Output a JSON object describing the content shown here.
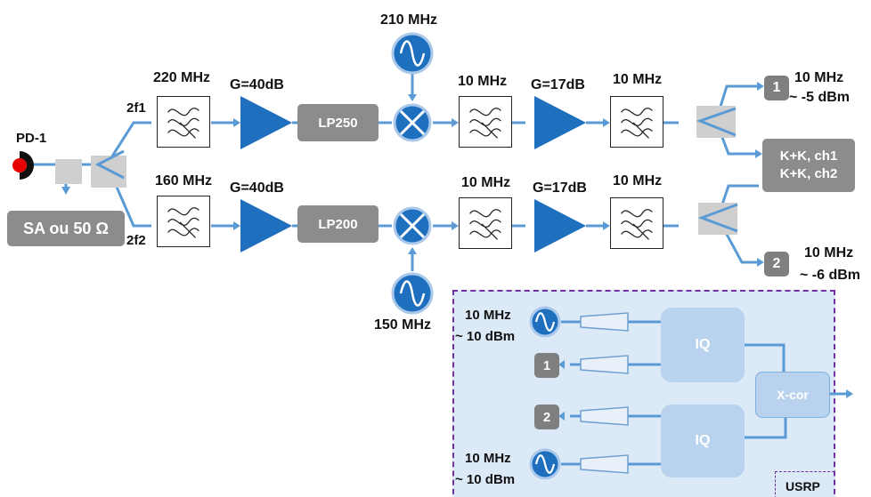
{
  "diagram": {
    "photodiode": "PD-1",
    "sa_box": "SA ou 50 Ω",
    "branch_top": "2f1",
    "branch_bottom": "2f2",
    "top": {
      "bpf1": "220 MHz",
      "amp1": "G=40dB",
      "lowpass": "LP250",
      "lo": "210 MHz",
      "bpf2": "10 MHz",
      "amp2": "G=17dB",
      "bpf3": "10 MHz",
      "out_port": "1",
      "out_freq": "10 MHz",
      "out_power": "~ -5 dBm"
    },
    "bottom": {
      "bpf1": "160 MHz",
      "amp1": "G=40dB",
      "lowpass": "LP200",
      "lo": "150 MHz",
      "bpf2": "10 MHz",
      "amp2": "G=17dB",
      "bpf3": "10 MHz",
      "out_port": "2",
      "out_freq": "10 MHz",
      "out_power": "~ -6 dBm"
    },
    "counter": {
      "line1": "K+K, ch1",
      "line2": "K+K, ch2"
    },
    "usrp": {
      "label": "USRP",
      "ref_top_freq": "10 MHz",
      "ref_top_power": "~ 10 dBm",
      "ref_bottom_freq": "10 MHz",
      "ref_bottom_power": "~ 10 dBm",
      "port1": "1",
      "port2": "2",
      "iq_top": "IQ",
      "iq_bottom": "IQ",
      "xcor": "X-cor"
    },
    "colors": {
      "signal": "#5b9bd5",
      "amp": "#1f6fbf",
      "block": "#8c8c8c",
      "usrp_bg": "#dce9f7",
      "usrp_border": "#7030a0"
    }
  }
}
